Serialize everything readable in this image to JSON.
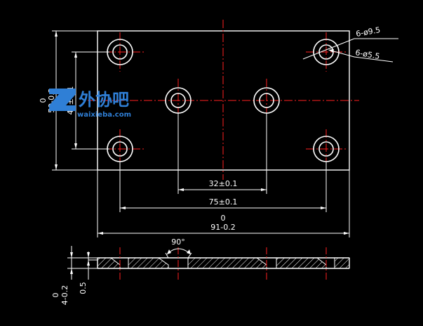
{
  "dimensions": {
    "width_upper": "0",
    "width_lower": "91-0.2",
    "hole_spacing_outer": "75±0.1",
    "hole_spacing_inner": "32±0.1",
    "height_upper": "0",
    "height_lower": "59-0.2",
    "height_holes": "45±0.1",
    "counterbore": "6-ø9.5",
    "through_hole": "6-ø5.5",
    "countersink_angle": "90°",
    "thickness_upper": "0",
    "thickness_lower": "4-0.2",
    "recess_depth": "0.5"
  },
  "watermark": {
    "brand": "外协吧",
    "url": "waixieba.com"
  },
  "colors": {
    "background": "#000000",
    "outline": "#ffffff",
    "centerline": "#ff2020",
    "watermark": "#2f7fd6"
  }
}
